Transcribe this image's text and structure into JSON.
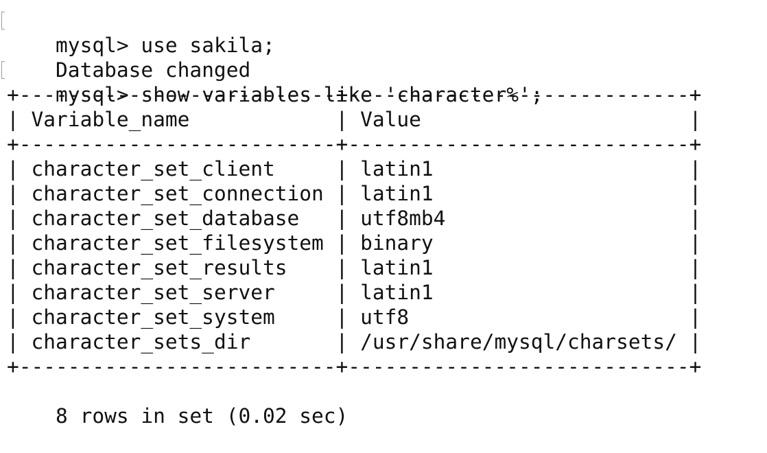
{
  "terminal": {
    "lines": [
      {
        "kind": "prompt",
        "marker": true,
        "prompt": "mysql>",
        "command": "use sakila;"
      },
      {
        "kind": "output",
        "text": "Database changed"
      },
      {
        "kind": "prompt",
        "marker": true,
        "prompt": "mysql>",
        "command": "show variables like 'character%';"
      }
    ],
    "table": {
      "columns": [
        "Variable_name",
        "Value"
      ],
      "rows": [
        [
          "character_set_client",
          "latin1"
        ],
        [
          "character_set_connection",
          "latin1"
        ],
        [
          "character_set_database",
          "utf8mb4"
        ],
        [
          "character_set_filesystem",
          "binary"
        ],
        [
          "character_set_results",
          "latin1"
        ],
        [
          "character_set_server",
          "latin1"
        ],
        [
          "character_set_system",
          "utf8"
        ],
        [
          "character_sets_dir",
          "/usr/share/mysql/charsets/"
        ]
      ]
    },
    "summary": "8 rows in set (0.02 sec)"
  }
}
